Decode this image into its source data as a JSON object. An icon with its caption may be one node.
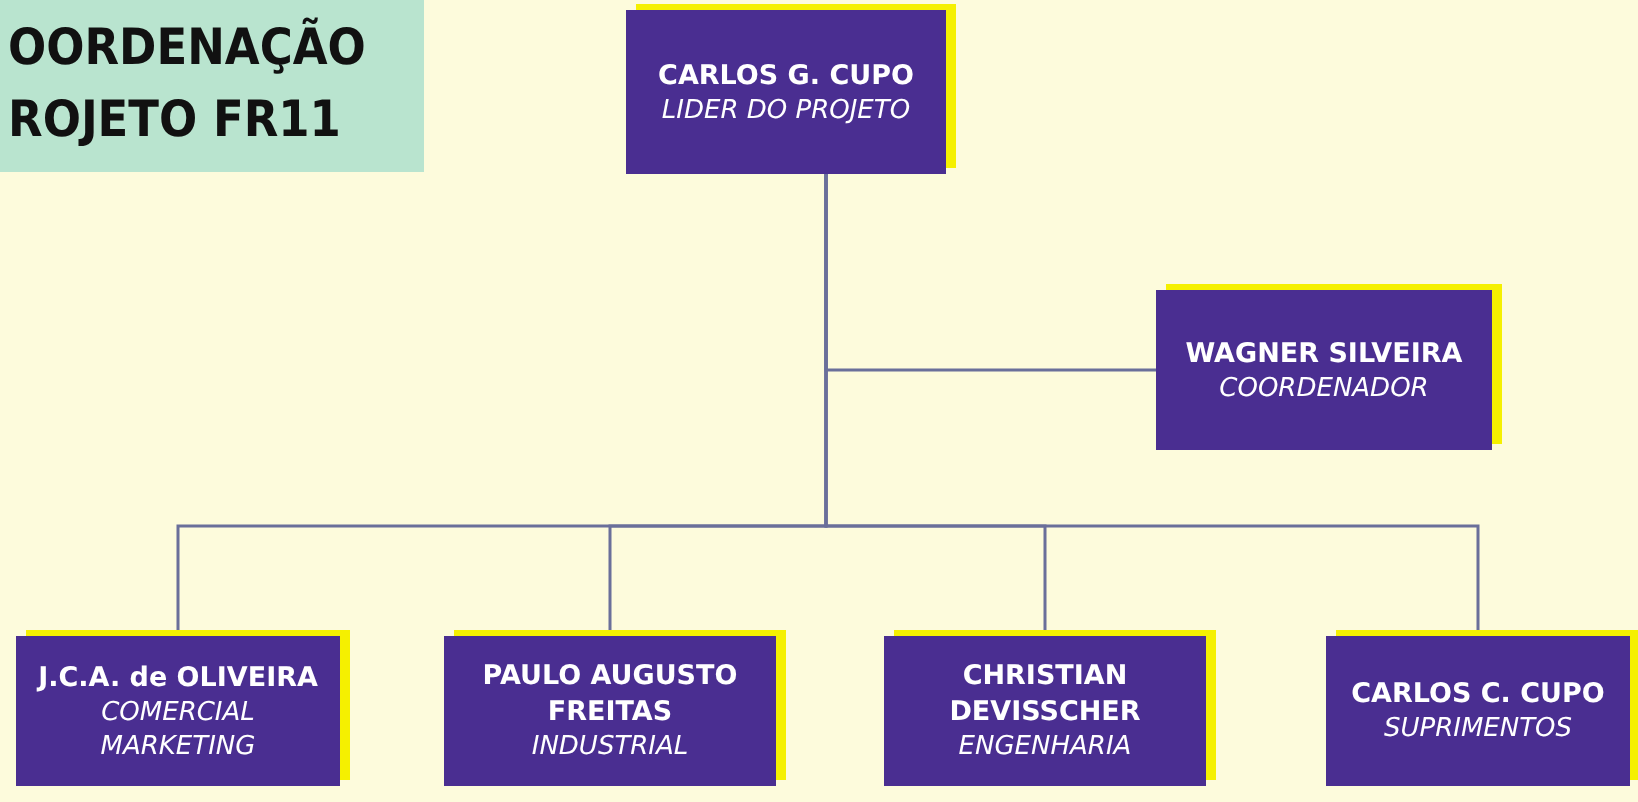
{
  "diagram": {
    "title": "OORDENAÇÃO ROJETO FR11",
    "nodes": [
      {
        "text": [
          "CARLOS G. CUPO",
          "LIDER DO PROJETO"
        ]
      },
      {
        "text": [
          "WAGNER SILVEIRA",
          "COORDENADOR"
        ]
      },
      {
        "text": [
          "J.C.A. de OLIVEIRA",
          "COMERCIAL MARKETING"
        ]
      },
      {
        "text": [
          "PAULO AUGUSTO FREITAS",
          "INDUSTRIAL"
        ]
      },
      {
        "text": [
          "CHRISTIAN DEVISSCHER",
          "ENGENHARIA"
        ]
      },
      {
        "text": [
          "CARLOS C. CUPO",
          "SUPRIMENTOS"
        ]
      }
    ],
    "edges": [
      {
        "from": 0,
        "to": 1,
        "arrow": "none"
      },
      {
        "from": 0,
        "to": 2,
        "arrow": "none"
      },
      {
        "from": 0,
        "to": 3,
        "arrow": "none"
      },
      {
        "from": 0,
        "to": 4,
        "arrow": "none"
      },
      {
        "from": 0,
        "to": 5,
        "arrow": "none"
      }
    ]
  }
}
